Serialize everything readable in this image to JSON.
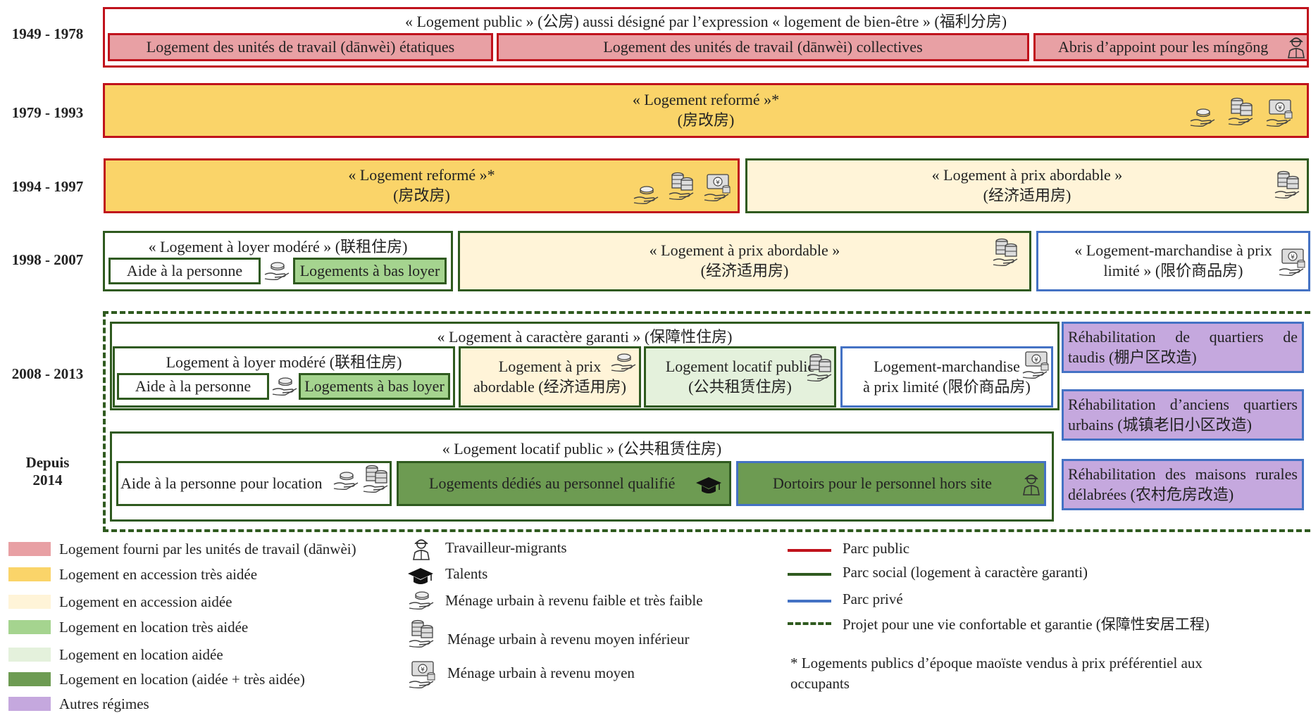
{
  "periods": [
    "1949 - 1978",
    "1979 - 1993",
    "1994 - 1997",
    "1998 - 2007",
    "2008 - 2013",
    "Depuis 2014"
  ],
  "p1949": {
    "title": "« Logement public » (公房) aussi désigné par l’expression « logement de bien-être » (福利分房)",
    "danwei_etat": "Logement des unités de travail (dānwèi) étatiques",
    "danwei_coll": "Logement des unités de travail (dānwèi) collectives",
    "abris": "Abris d’appoint  pour les míngōng"
  },
  "p1979": {
    "line1": "« Logement reformé »*",
    "line2": "(房改房)"
  },
  "p1994": {
    "reforme_1": "« Logement reformé »*",
    "reforme_2": "(房改房)",
    "abordable_1": "« Logement à prix abordable »",
    "abordable_2": "(经济适用房)"
  },
  "p1998": {
    "loyer_title": "« Logement à loyer modéré » (联租住房)",
    "aide": "Aide à la personne",
    "bas_loyer": "Logements à bas loyer",
    "abordable_1": "« Logement à prix abordable »",
    "abordable_2": "(经济适用房)",
    "marchandise_1": "« Logement-marchandise à prix",
    "marchandise_2": "limité  » (限价商品房)"
  },
  "p2008": {
    "garanti_title": "« Logement à caractère garanti  » (保障性住房)",
    "loyer_title": "Logement à loyer modéré (联租住房)",
    "aide": "Aide à la personne",
    "bas_loyer": "Logements à bas loyer",
    "abordable_1": "Logement à prix",
    "abordable_2": "abordable (经济适用房)",
    "locatif_1": "Logement locatif public",
    "locatif_2": "(公共租赁住房)",
    "marchandise_1": "Logement-marchandise",
    "marchandise_2": "à prix limité (限价商品房)"
  },
  "p2014": {
    "locatif_title": "« Logement locatif public » (公共租赁住房)",
    "aide_location": "Aide à la personne pour location",
    "talents": "Logements dédiés au personnel qualifié",
    "dortoirs": "Dortoirs pour le personnel hors site"
  },
  "rehab": [
    {
      "l1": "Réhabilitation de quartiers de",
      "l2": "taudis (棚户区改造)"
    },
    {
      "l1": "Réhabilitation d’anciens quartiers",
      "l2": "urbains (城镇老旧小区改造)"
    },
    {
      "l1": "Réhabilitation des maisons rurales",
      "l2": "délabrées (农村危房改造)"
    }
  ],
  "legend_colors": [
    {
      "label": "Logement fourni par les unités de travail (dānwèi)",
      "color": "#e8a0a4"
    },
    {
      "label": "Logement en accession très aidée",
      "color": "#fad469"
    },
    {
      "label": "Logement en accession aidée",
      "color": "#fff4d8"
    },
    {
      "label": "Logement en location très aidée",
      "color": "#a5d48f"
    },
    {
      "label": "Logement en location aidée",
      "color": "#e4f1dc"
    },
    {
      "label": "Logement en location (aidée + très aidée)",
      "color": "#6d9b52"
    },
    {
      "label": "Autres régimes",
      "color": "#c5a8de"
    }
  ],
  "legend_icons": [
    {
      "label": "Travailleur-migrants",
      "icon": "worker-icon"
    },
    {
      "label": "Talents",
      "icon": "graduation-cap-icon"
    },
    {
      "label": "Ménage urbain à revenu faible et très faible",
      "icon": "coin-hand-icon"
    },
    {
      "label": "Ménage urbain à revenu moyen inférieur",
      "icon": "coin-stack-hand-icon"
    },
    {
      "label": "Ménage urbain à revenu moyen",
      "icon": "banknote-hand-icon"
    }
  ],
  "legend_lines": [
    {
      "label": "Parc public",
      "color": "#c0121c"
    },
    {
      "label": "Parc social (logement à caractère garanti)",
      "color": "#2f5a1f"
    },
    {
      "label": "Parc privé",
      "color": "#4472c4"
    },
    {
      "label": "Projet pour une vie confortable et garantie (保障性安居工程)",
      "color": "#2f5a1f"
    }
  ],
  "footnote_1": "* Logements publics d’époque maoïste vendus à prix préférentiel aux",
  "footnote_2": "occupants"
}
